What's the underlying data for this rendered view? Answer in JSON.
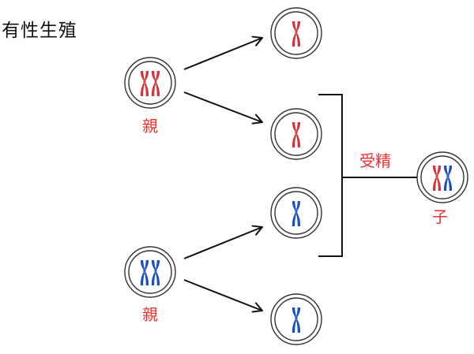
{
  "title": "有性生殖",
  "colors": {
    "maternal": "#d0353f",
    "paternal": "#1a50c0",
    "label": "#ee3030",
    "line": "#111111"
  },
  "parents": [
    {
      "label": "親",
      "chromosomes": [
        "maternal",
        "maternal"
      ]
    },
    {
      "label": "親",
      "chromosomes": [
        "paternal",
        "paternal"
      ]
    }
  ],
  "gametes": [
    {
      "parent": 0,
      "chromosomes": [
        "maternal"
      ],
      "fertilizes": false
    },
    {
      "parent": 0,
      "chromosomes": [
        "maternal"
      ],
      "fertilizes": true
    },
    {
      "parent": 1,
      "chromosomes": [
        "paternal"
      ],
      "fertilizes": true
    },
    {
      "parent": 1,
      "chromosomes": [
        "paternal"
      ],
      "fertilizes": false
    }
  ],
  "fertilization": {
    "label": "受精"
  },
  "offspring": {
    "label": "子",
    "chromosomes": [
      "maternal",
      "paternal"
    ]
  }
}
